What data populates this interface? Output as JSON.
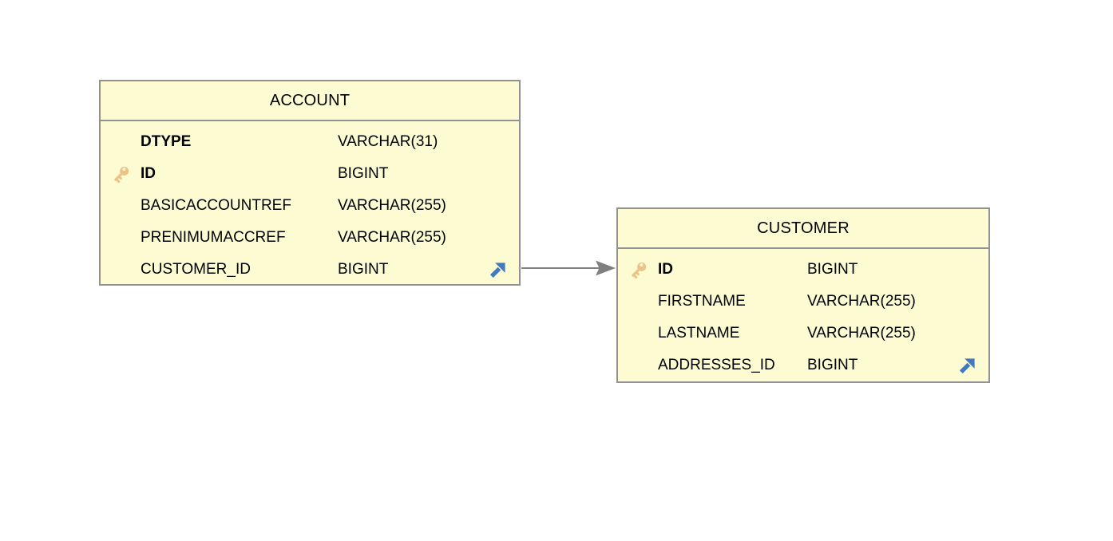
{
  "diagram": {
    "tables": [
      {
        "name": "ACCOUNT",
        "columns": [
          {
            "name": "DTYPE",
            "type": "VARCHAR(31)",
            "bold": true,
            "key": false,
            "fk": false
          },
          {
            "name": "ID",
            "type": "BIGINT",
            "bold": true,
            "key": true,
            "fk": false
          },
          {
            "name": "BASICACCOUNTREF",
            "type": "VARCHAR(255)",
            "bold": false,
            "key": false,
            "fk": false
          },
          {
            "name": "PRENIMUMACCREF",
            "type": "VARCHAR(255)",
            "bold": false,
            "key": false,
            "fk": false
          },
          {
            "name": "CUSTOMER_ID",
            "type": "BIGINT",
            "bold": false,
            "key": false,
            "fk": true
          }
        ]
      },
      {
        "name": "CUSTOMER",
        "columns": [
          {
            "name": "ID",
            "type": "BIGINT",
            "bold": true,
            "key": true,
            "fk": false
          },
          {
            "name": "FIRSTNAME",
            "type": "VARCHAR(255)",
            "bold": false,
            "key": false,
            "fk": false
          },
          {
            "name": "LASTNAME",
            "type": "VARCHAR(255)",
            "bold": false,
            "key": false,
            "fk": false
          },
          {
            "name": "ADDRESSES_ID",
            "type": "BIGINT",
            "bold": false,
            "key": false,
            "fk": true
          }
        ]
      }
    ],
    "relationship": {
      "from_table": "ACCOUNT",
      "from_column": "CUSTOMER_ID",
      "to_table": "CUSTOMER",
      "to_column": "ID"
    },
    "colors": {
      "table_fill": "#FCFBD1",
      "table_border": "#929292",
      "primary_key_icon": "#EDC289",
      "foreign_key_icon": "#4479BD",
      "connector": "#808080",
      "text": "#000000"
    },
    "icons": {
      "primary_key": "key-icon",
      "foreign_key": "arrow-up-right-icon"
    }
  }
}
